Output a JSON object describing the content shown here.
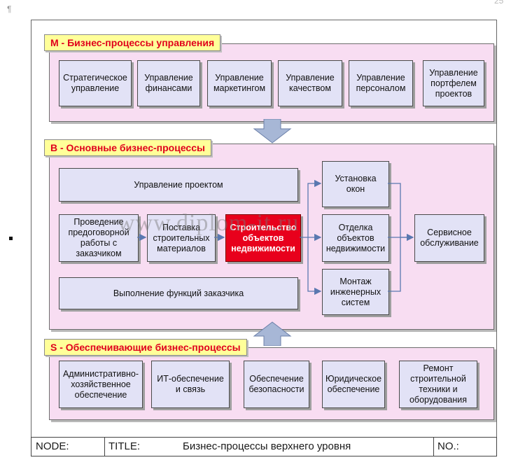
{
  "page": {
    "pilcrow": "¶",
    "page_number": "25"
  },
  "sections": {
    "m": {
      "label": "M - Бизнес-процессы управления",
      "boxes": [
        "Стратегическое\nуправление",
        "Управление\nфинансами",
        "Управление\nмаркетингом",
        "Управление\nкачеством",
        "Управление\nперсоналом",
        "Управление\nпортфелем\nпроектов"
      ]
    },
    "b": {
      "label": "B - Основные бизнес-процессы",
      "project_management": "Управление проектом",
      "pre_contract": "Проведение\nпредоговорной\nработы с\nзаказчиком",
      "materials": "Поставка\nстроительных\nматериалов",
      "construction": "Строительство\nобъектов\nнедвижимости",
      "windows": "Установка\nокон",
      "finishing": "Отделка\nобъектов\nнедвижимости",
      "engineering": "Монтаж\nинженерных\nсистем",
      "service": "Сервисное\nобслуживание",
      "customer_functions": "Выполнение функций заказчика"
    },
    "s": {
      "label": "S - Обеспечивающие бизнес-процессы",
      "boxes": [
        "Административно-\nхозяйственное\nобеспечение",
        "ИТ-обеспечение\nи связь",
        "Обеспечение\nбезопасности",
        "Юридическое\nобеспечение",
        "Ремонт\nстроительной\nтехники и\nоборудования"
      ]
    }
  },
  "watermark": "www.diplom-it.ru",
  "footer": {
    "node_label": "NODE:",
    "title_label": "TITLE:",
    "title_value": "Бизнес-процессы верхнего уровня",
    "no_label": "NO.:"
  },
  "colors": {
    "section_bg": "#f8ddf2",
    "box_bg": "#e2e2f6",
    "label_bg": "#ffff99",
    "label_text": "#e0001c",
    "highlight": "#e8001c",
    "arrow": "#a7b7d6"
  }
}
